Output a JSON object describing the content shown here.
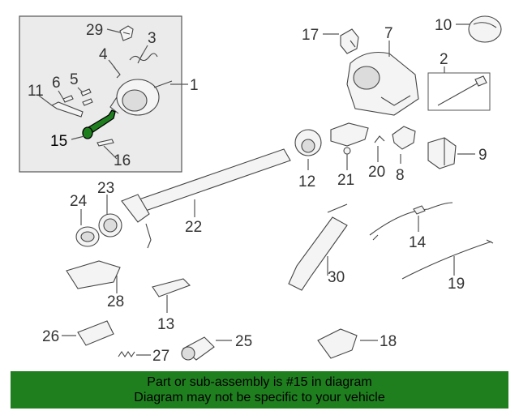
{
  "diagram": {
    "highlight_color": "#1f7f1f",
    "highlighted_part": "15",
    "labels": {
      "p1": "1",
      "p2": "2",
      "p3": "3",
      "p4": "4",
      "p5": "5",
      "p6": "6",
      "p7": "7",
      "p8": "8",
      "p9": "9",
      "p10": "10",
      "p11": "11",
      "p12": "12",
      "p13": "13",
      "p14": "14",
      "p15": "15",
      "p16": "16",
      "p17": "17",
      "p18": "18",
      "p19": "19",
      "p20": "20",
      "p21": "21",
      "p22": "22",
      "p23": "23",
      "p24": "24",
      "p25": "25",
      "p26": "26",
      "p27": "27",
      "p28": "28",
      "p29": "29",
      "p30": "30"
    }
  },
  "caption": {
    "line1": "Part or sub-assembly is #15 in diagram",
    "line2": "Diagram may not be specific to your vehicle"
  }
}
